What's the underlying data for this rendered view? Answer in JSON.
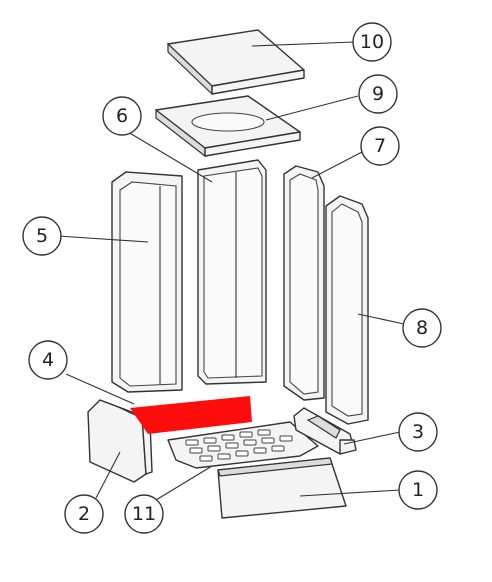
{
  "diagram": {
    "highlight_color": "#ff0d0d",
    "highlighted_part": "4",
    "callouts": [
      {
        "id": "c1",
        "label": "1"
      },
      {
        "id": "c2",
        "label": "2"
      },
      {
        "id": "c3",
        "label": "3"
      },
      {
        "id": "c4",
        "label": "4"
      },
      {
        "id": "c5",
        "label": "5"
      },
      {
        "id": "c6",
        "label": "6"
      },
      {
        "id": "c7",
        "label": "7"
      },
      {
        "id": "c8",
        "label": "8"
      },
      {
        "id": "c9",
        "label": "9"
      },
      {
        "id": "c10",
        "label": "10"
      },
      {
        "id": "c11",
        "label": "11"
      }
    ]
  }
}
